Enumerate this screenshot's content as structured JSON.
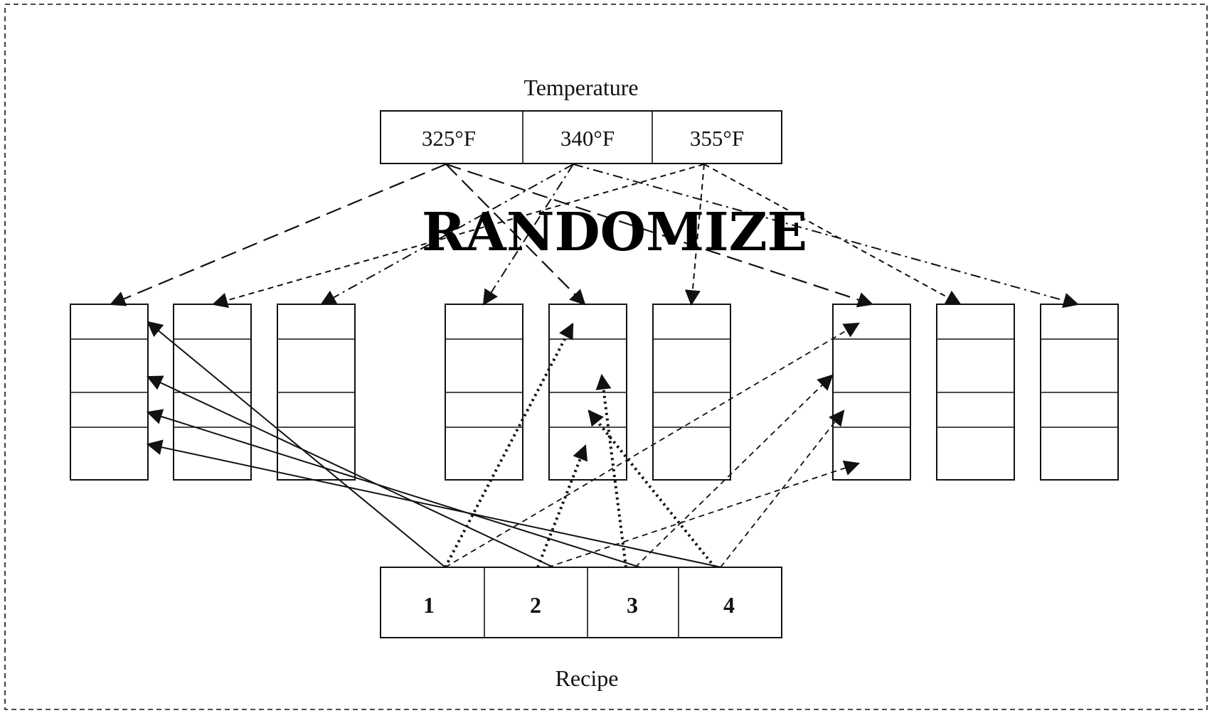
{
  "temperature": {
    "title": "Temperature",
    "cells": [
      "325°F",
      "340°F",
      "355°F"
    ]
  },
  "recipe": {
    "title": "Recipe",
    "cells": [
      "1",
      "2",
      "3",
      "4"
    ]
  },
  "overlay_text": "RANDOMIZE",
  "columns": {
    "count": 9,
    "rows_per_column": 4
  },
  "colors": {
    "stroke": "#111111",
    "background": "#ffffff"
  }
}
